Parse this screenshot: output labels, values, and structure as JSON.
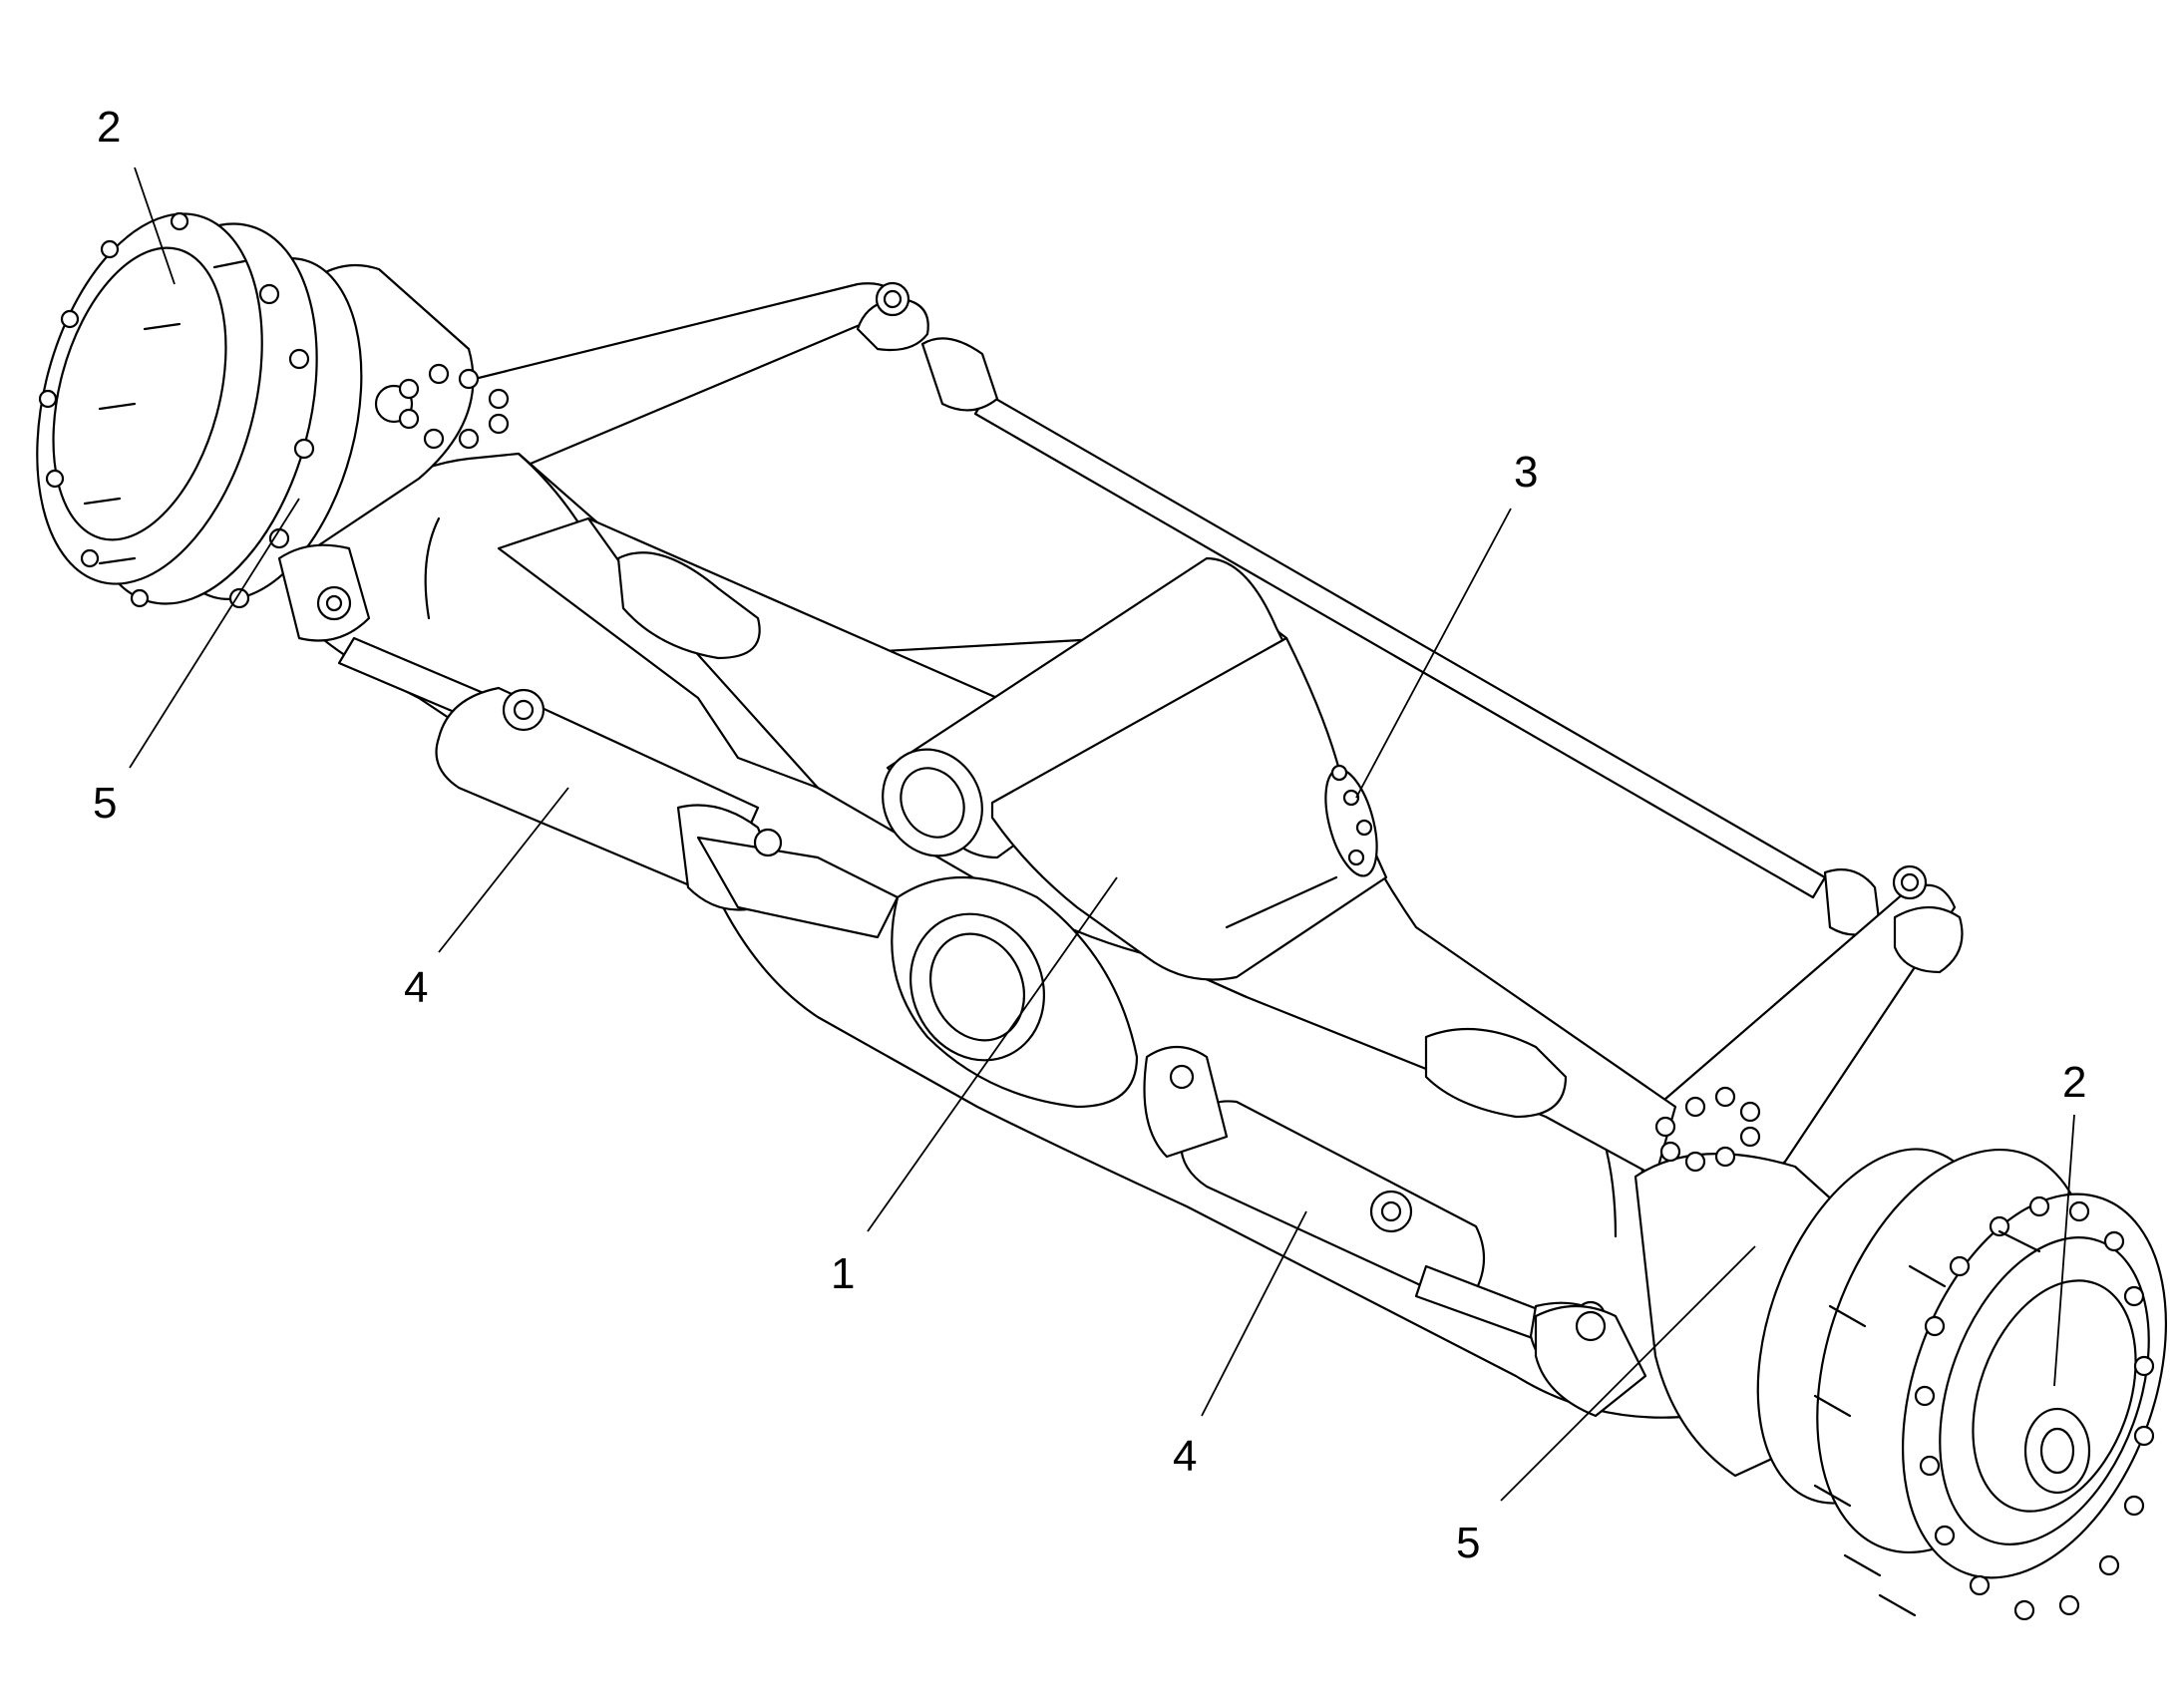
{
  "diagram": {
    "callouts": [
      {
        "id": "c-2-left",
        "text": "2"
      },
      {
        "id": "c-5-left",
        "text": "5"
      },
      {
        "id": "c-4-left",
        "text": "4"
      },
      {
        "id": "c-3",
        "text": "3"
      },
      {
        "id": "c-1",
        "text": "1"
      },
      {
        "id": "c-4-right",
        "text": "4"
      },
      {
        "id": "c-5-right",
        "text": "5"
      },
      {
        "id": "c-2-right",
        "text": "2"
      }
    ]
  }
}
